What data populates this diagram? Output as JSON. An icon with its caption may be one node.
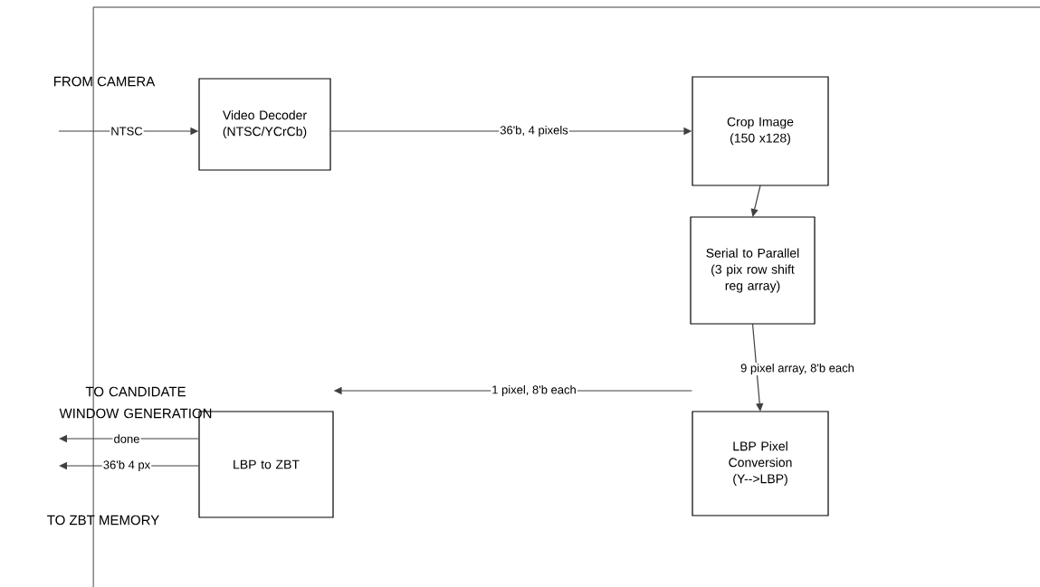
{
  "diagram": {
    "nodes": [
      {
        "text": [
          "Video Decoder (NTSC/YCrCb)"
        ]
      },
      {
        "text": [
          "Crop Image (150 x128)"
        ]
      },
      {
        "text": [
          "Serial to Parallel (3 pix row shift reg array)"
        ]
      },
      {
        "text": [
          "LBP Pixel Conversion (Y-->LBP)"
        ]
      },
      {
        "text": [
          "LBP to ZBT"
        ]
      }
    ],
    "edges": [
      {
        "from": null,
        "to": 0,
        "arrow": "to",
        "label": "NTSC"
      },
      {
        "from": 0,
        "to": 1,
        "arrow": "to",
        "label": "36'b, 4 pixels"
      },
      {
        "from": 1,
        "to": 2,
        "arrow": "to"
      },
      {
        "from": 2,
        "to": 3,
        "arrow": "to",
        "label": "9 pixel array, 8'b each"
      },
      {
        "from": 3,
        "to": 4,
        "arrow": "to",
        "label": "1 pixel, 8'b each"
      },
      {
        "from": 4,
        "to": null,
        "arrow": "to",
        "label": "done"
      },
      {
        "from": 4,
        "to": null,
        "arrow": "to",
        "label": "36'b 4 px"
      }
    ],
    "labels": [
      "FROM CAMERA",
      "TO CANDIDATE WINDOW GENERATION",
      "TO ZBT MEMORY"
    ]
  }
}
